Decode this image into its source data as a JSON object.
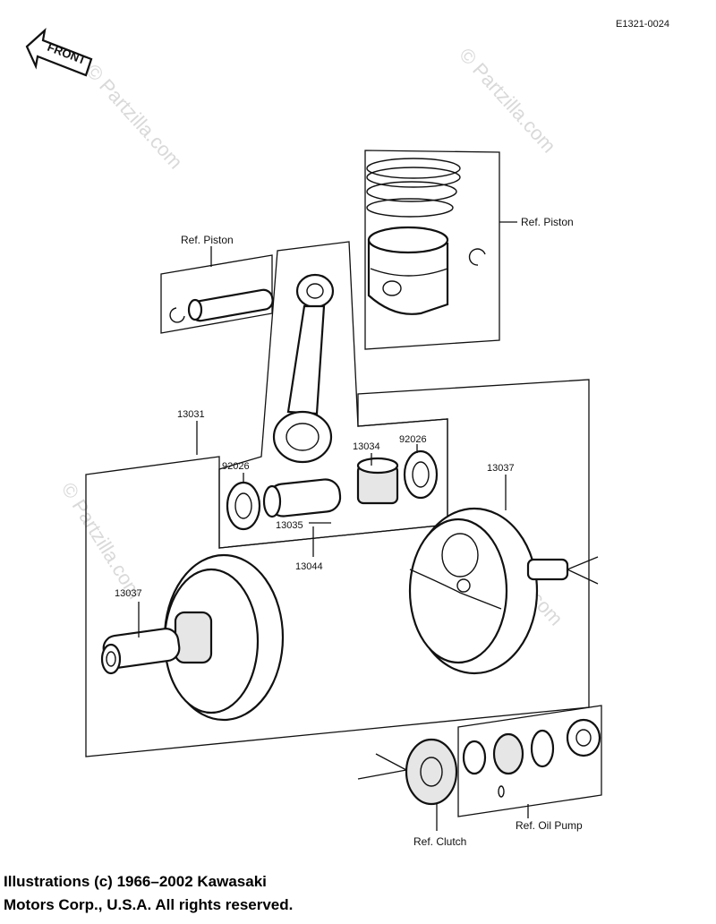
{
  "figure_id": "E1321-0024",
  "front_label": "FRONT",
  "watermark": "© Partzilla.com",
  "labels": {
    "ref_piston_left": "Ref. Piston",
    "ref_piston_right": "Ref. Piston",
    "ref_clutch": "Ref. Clutch",
    "ref_oil_pump": "Ref. Oil Pump"
  },
  "part_numbers": {
    "p13031": "13031",
    "p92026_left": "92026",
    "p13034": "13034",
    "p92026_right": "92026",
    "p13037_right": "13037",
    "p13035": "13035",
    "p13044": "13044",
    "p13037_left": "13037"
  },
  "copyright": {
    "line1": "Illustrations (c) 1966–2002 Kawasaki",
    "line2": "Motors Corp., U.S.A.  All rights reserved."
  }
}
